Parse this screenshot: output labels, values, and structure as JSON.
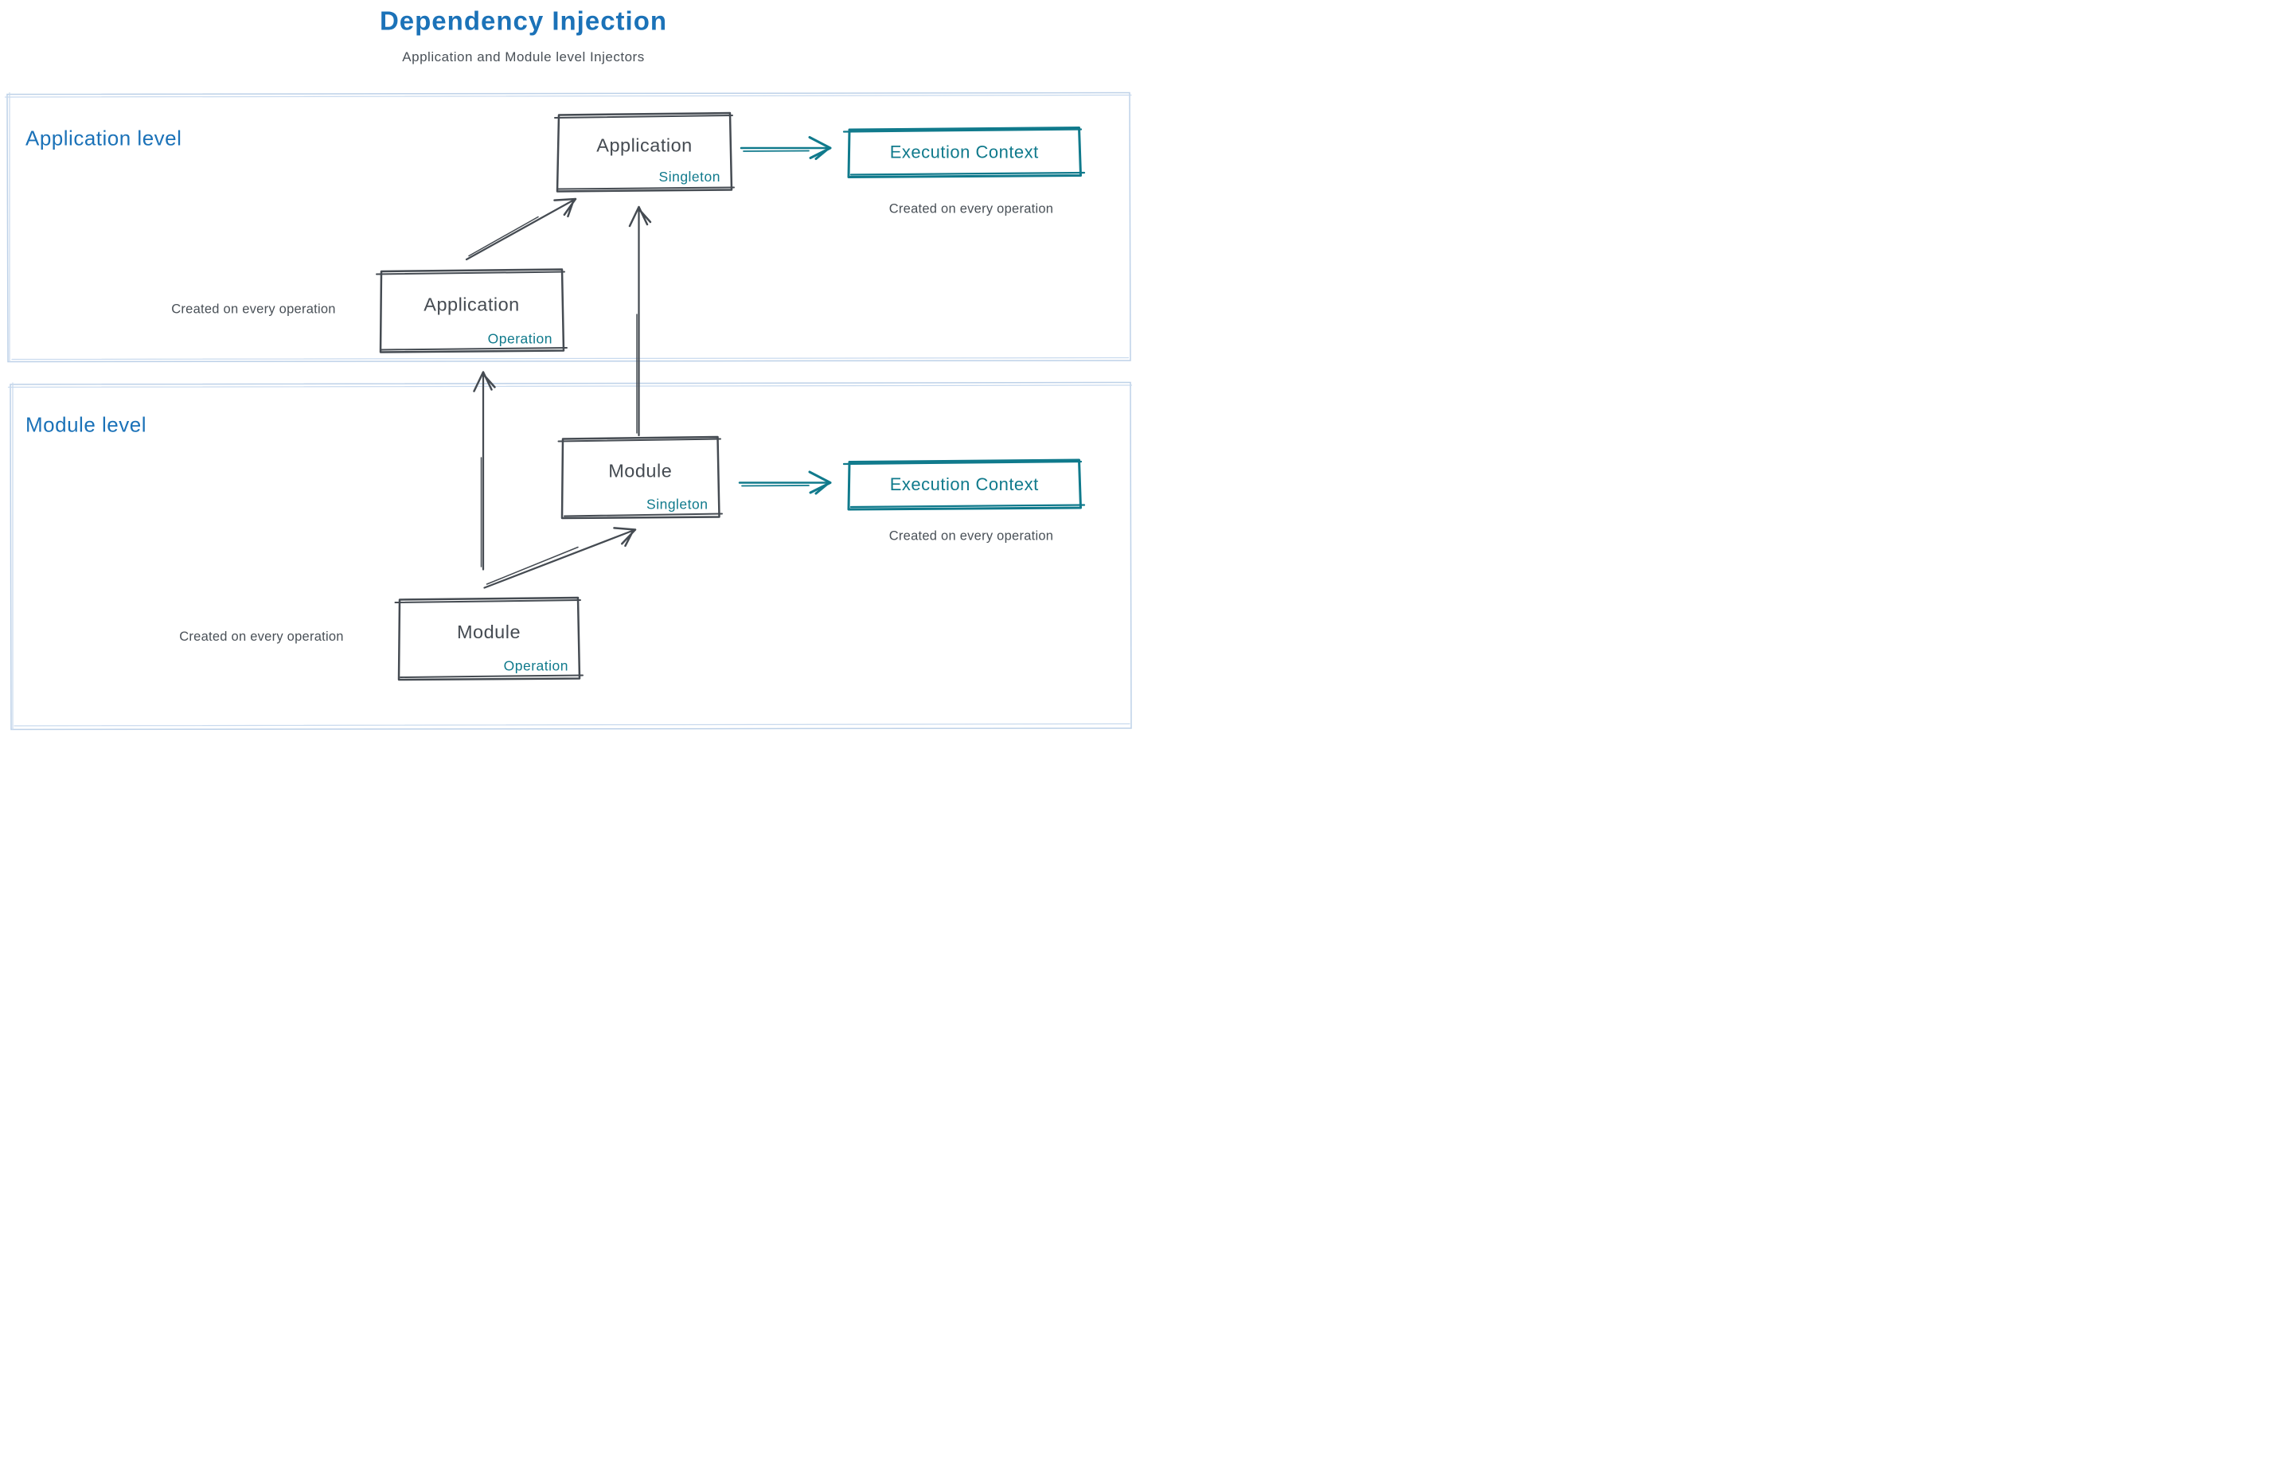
{
  "header": {
    "title": "Dependency Injection",
    "subtitle": "Application and Module level Injectors"
  },
  "sections": {
    "application": {
      "label": "Application level"
    },
    "module": {
      "label": "Module level"
    }
  },
  "nodes": {
    "application_singleton": {
      "name": "Application",
      "scope": "Singleton"
    },
    "application_operation": {
      "name": "Application",
      "scope": "Operation"
    },
    "module_singleton": {
      "name": "Module",
      "scope": "Singleton"
    },
    "module_operation": {
      "name": "Module",
      "scope": "Operation"
    },
    "execution_context_application": {
      "name": "Execution Context"
    },
    "execution_context_module": {
      "name": "Execution Context"
    }
  },
  "captions": {
    "execution_context_application": "Created on every operation",
    "execution_context_module": "Created on every operation",
    "application_operation": "Created on every operation",
    "module_operation": "Created on every operation"
  },
  "colors": {
    "title_blue": "#1b72b8",
    "ink_gray": "#454b52",
    "accent_teal": "#107a8c",
    "section_border_blue": "#bdd1e8",
    "background": "#ffffff"
  }
}
